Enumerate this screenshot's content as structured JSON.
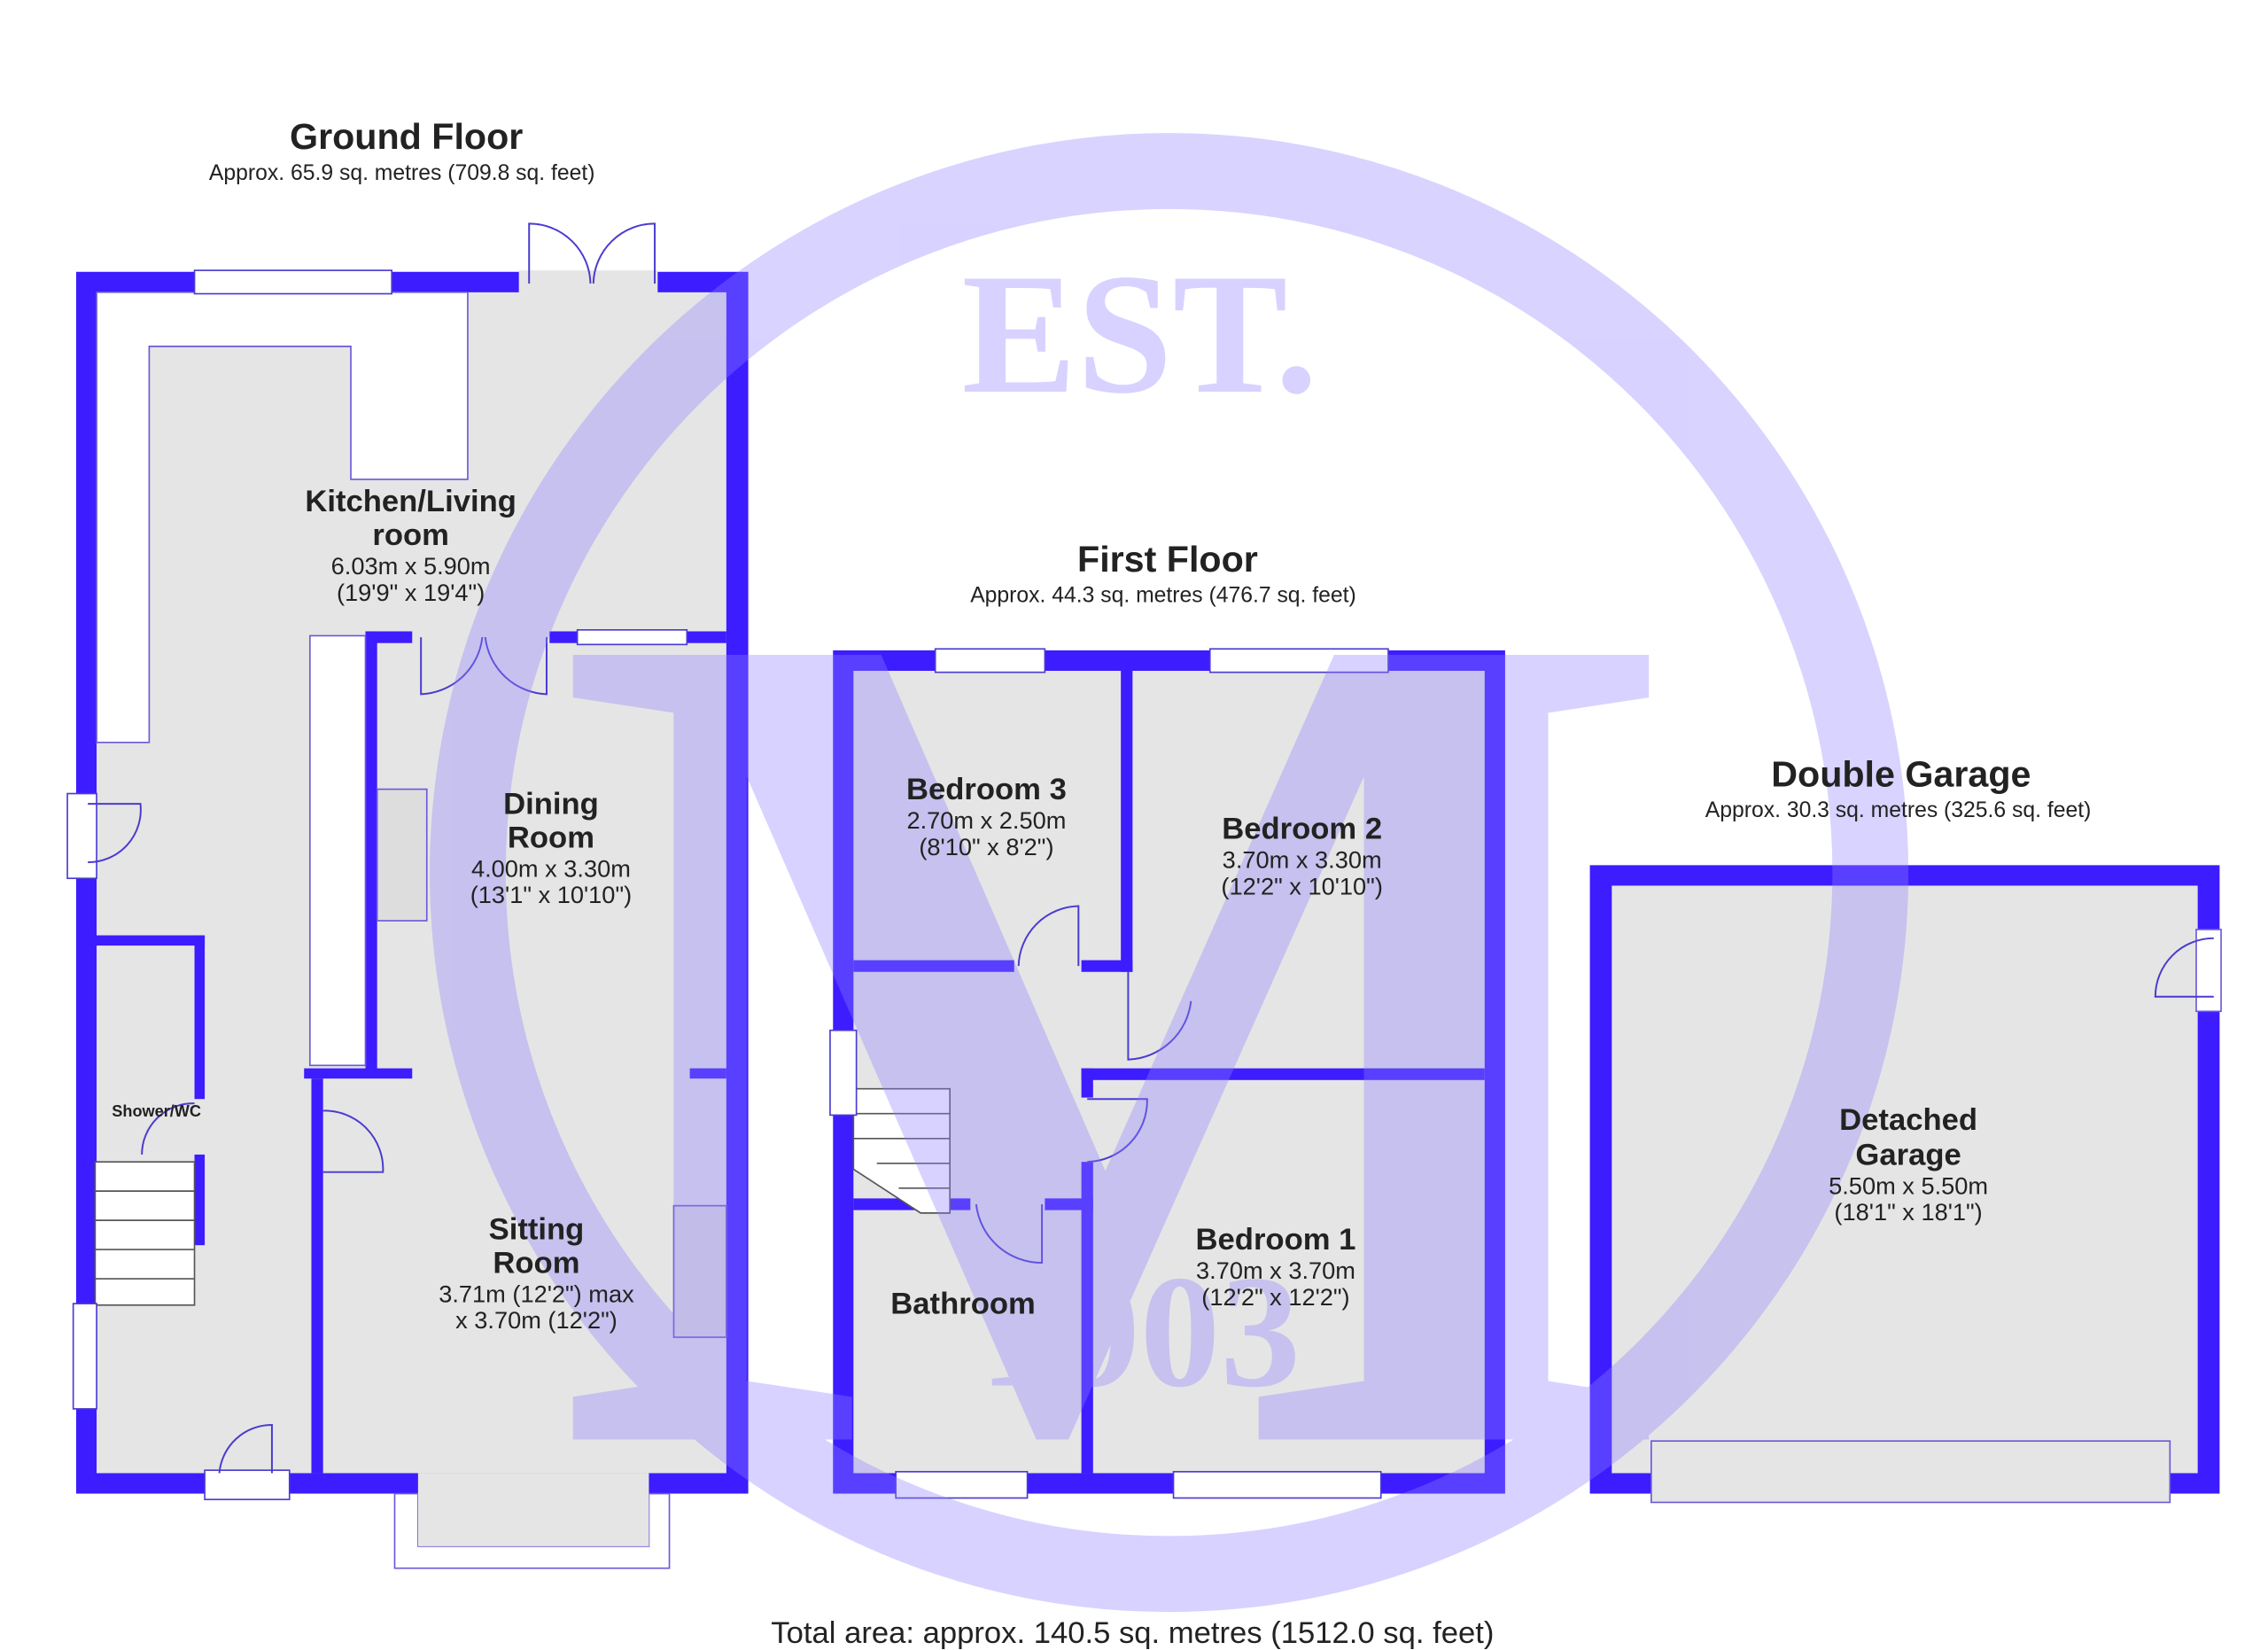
{
  "ground_floor": {
    "title": "Ground Floor",
    "area": "Approx. 65.9 sq. metres (709.8 sq. feet)",
    "rooms": [
      {
        "name_l1": "Kitchen/Living",
        "name_l2": "room",
        "metric": "6.03m x 5.90m",
        "imperial": "(19'9\" x 19'4\")"
      },
      {
        "name_l1": "Dining",
        "name_l2": "Room",
        "metric": "4.00m x 3.30m",
        "imperial": "(13'1\" x 10'10\")"
      },
      {
        "name_l1": "Sitting",
        "name_l2": "Room",
        "metric": "3.71m (12'2\") max",
        "imperial": "x 3.70m (12'2\")"
      },
      {
        "name_l1": "Shower/WC"
      }
    ]
  },
  "first_floor": {
    "title": "First Floor",
    "area": "Approx. 44.3 sq. metres (476.7 sq. feet)",
    "rooms": [
      {
        "name": "Bedroom 3",
        "metric": "2.70m x 2.50m",
        "imperial": "(8'10\" x 8'2\")"
      },
      {
        "name": "Bedroom 2",
        "metric": "3.70m x 3.30m",
        "imperial": "(12'2\" x 10'10\")"
      },
      {
        "name": "Bedroom 1",
        "metric": "3.70m x 3.70m",
        "imperial": "(12'2\" x 12'2\")"
      },
      {
        "name": "Bathroom"
      }
    ]
  },
  "garage": {
    "title": "Double Garage",
    "area": "Approx. 30.3 sq. metres (325.6 sq. feet)",
    "room": {
      "name_l1": "Detached",
      "name_l2": "Garage",
      "metric": "5.50m x 5.50m",
      "imperial": "(18'1\" x 18'1\")"
    }
  },
  "total_area": "Total area: approx. 140.5 sq. metres (1512.0 sq. feet)",
  "watermark": {
    "top": "EST.",
    "letter": "M",
    "year": "1903"
  },
  "colors": {
    "wall": "#3d1cff",
    "floor": "#e5e5e5",
    "watermark": "#8f80ff"
  }
}
